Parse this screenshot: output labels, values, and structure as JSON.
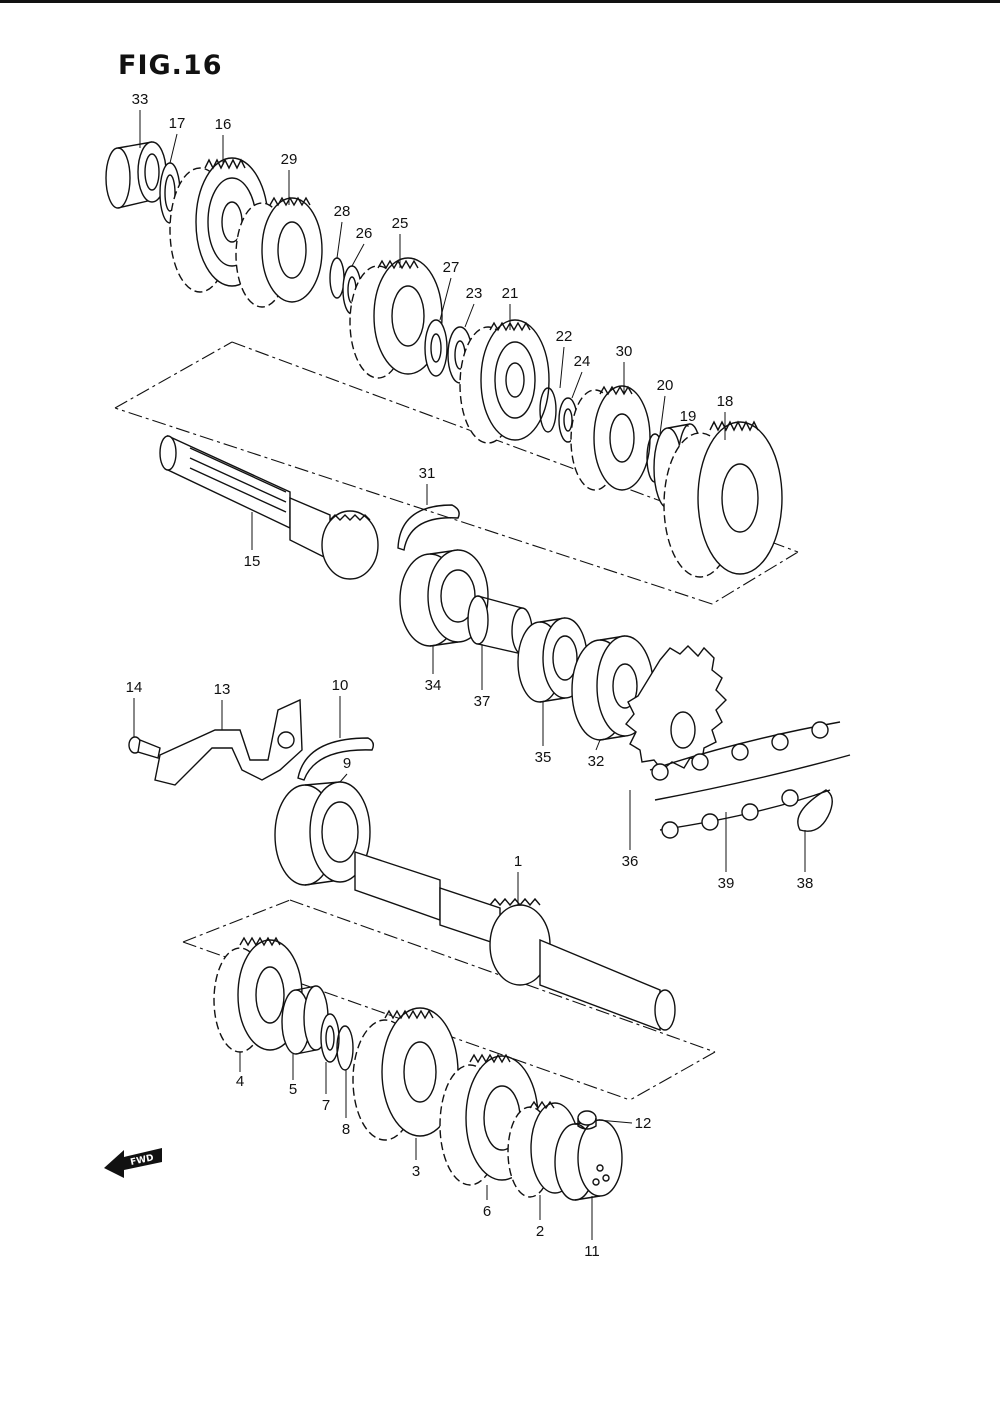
{
  "figure": {
    "title": "FIG.16"
  },
  "direction_mark": {
    "text": "FWD"
  },
  "callouts": [
    "1",
    "2",
    "3",
    "4",
    "5",
    "6",
    "7",
    "8",
    "9",
    "10",
    "11",
    "12",
    "13",
    "14",
    "15",
    "16",
    "17",
    "18",
    "19",
    "20",
    "21",
    "22",
    "23",
    "24",
    "25",
    "26",
    "27",
    "28",
    "29",
    "30",
    "31",
    "32",
    "33",
    "34",
    "35",
    "36",
    "37",
    "38",
    "39"
  ]
}
